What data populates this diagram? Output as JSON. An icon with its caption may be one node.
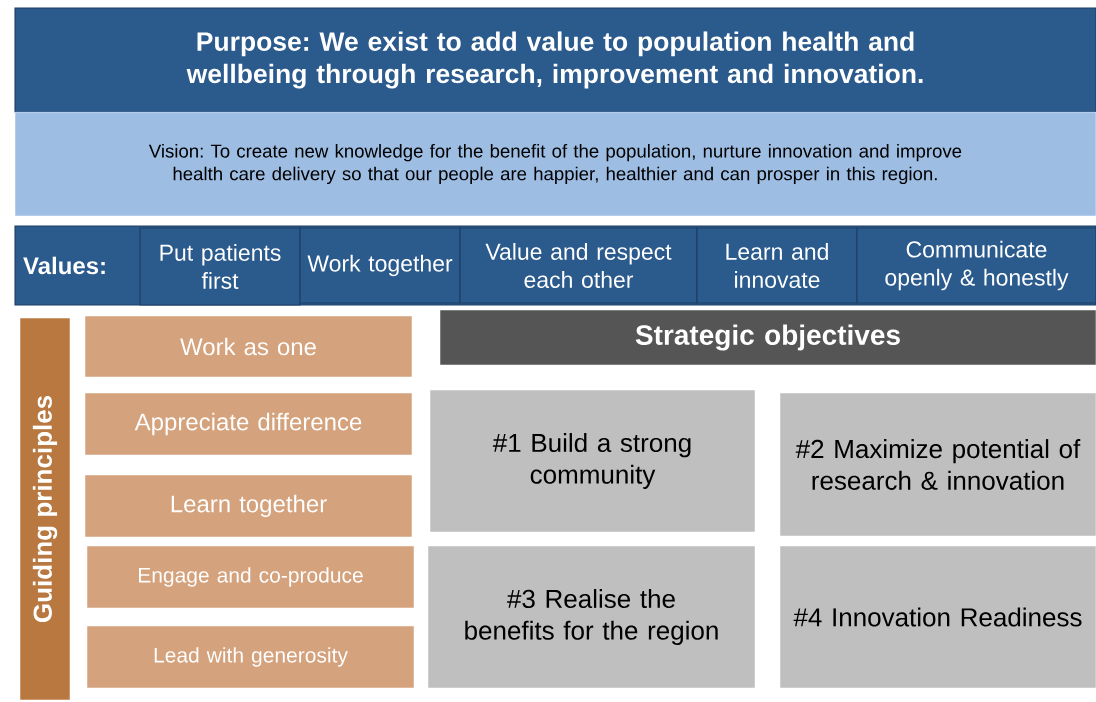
{
  "diagram": {
    "nodes": [
      {
        "text": [
          "Purpose: We exist to add value to population health and wellbeing through research, improvement and innovation."
        ]
      },
      {
        "text": [
          "Vision: To create new knowledge for the benefit of the population, nurture innovation and improve health care delivery so that our people are happier, healthier and can prosper in this region."
        ]
      },
      {
        "text": [
          "Values:"
        ]
      },
      {
        "text": [
          "Put patients first"
        ],
        "in": 2
      },
      {
        "text": [
          "Work together"
        ],
        "in": 2
      },
      {
        "text": [
          "Value and respect each other"
        ],
        "in": 2
      },
      {
        "text": [
          "Learn and innovate"
        ],
        "in": 2
      },
      {
        "text": [
          "Communicate openly & honestly"
        ],
        "in": 2
      },
      {
        "text": [
          "Guiding principles"
        ]
      },
      {
        "text": [
          "Work as one"
        ]
      },
      {
        "text": [
          "Appreciate difference"
        ]
      },
      {
        "text": [
          "Learn together"
        ]
      },
      {
        "text": [
          "Engage and co-produce"
        ]
      },
      {
        "text": [
          "Lead with generosity"
        ]
      },
      {
        "text": [
          "Strategic objectives"
        ]
      },
      {
        "text": [
          "#1 Build a strong community"
        ]
      },
      {
        "text": [
          "#2 Maximize potential of research & innovation"
        ]
      },
      {
        "text": [
          "#3 Realise the benefits for the region"
        ]
      },
      {
        "text": [
          "#4 Innovation Readiness"
        ]
      }
    ]
  }
}
